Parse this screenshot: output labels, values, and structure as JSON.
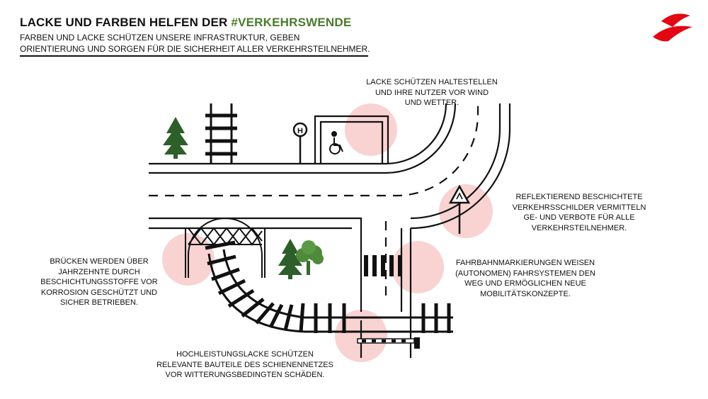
{
  "header": {
    "title_main": "LACKE UND FARBEN HELFEN DER ",
    "title_tag": "#VERKEHRSWENDE",
    "subtitle_line1": "FARBEN UND LACKE SCHÜTZEN UNSERE INFRASTRUKTUR, GEBEN",
    "subtitle_line2": "ORIENTIERUNG UND SORGEN FÜR DIE SICHERHEIT ALLER VERKEHRSTEILNEHMER."
  },
  "captions": {
    "haltestellen": [
      "LACKE SCHÜTZEN HALTESTELLEN",
      "UND IHRE NUTZER VOR WIND",
      "UND WETTER."
    ],
    "schilder": [
      "REFLEKTIEREND BESCHICHTETE",
      "VERKEHRSSCHILDER VERMITTELN",
      "GE- UND VERBOTE FÜR ALLE",
      "VERKEHRSTEILNEHMER."
    ],
    "markierungen": [
      "FAHRBAHNMARKIERUNGEN WEISEN",
      "(AUTONOMEN)  FAHRSYSTEMEN DEN",
      "WEG UND ERMÖGLICHEN NEUE",
      "MOBILITÄTSKONZEPTE."
    ],
    "bruecken": [
      "BRÜCKEN WERDEN ÜBER",
      "JAHRZEHNTE DURCH",
      "BESCHICHTUNGSSTOFFE VOR",
      "KORROSION GESCHÜTZT UND",
      "SICHER BETRIEBEN."
    ],
    "schienen": [
      "HOCHLEISTUNGSLACKE SCHÜTZEN",
      "RELEVANTE BAUTEILE DES SCHIENENNETZES",
      "VOR WITTERUNGSBEDINGTEN  SCHÄDEN."
    ]
  },
  "icons": {
    "bus_stop_sign": "H",
    "logo": "red-wave-logo"
  },
  "colors": {
    "accent_green": "#4a7a2c",
    "highlight_pink": "#f9d2d2",
    "logo_red": "#e30613",
    "line": "#111111"
  }
}
